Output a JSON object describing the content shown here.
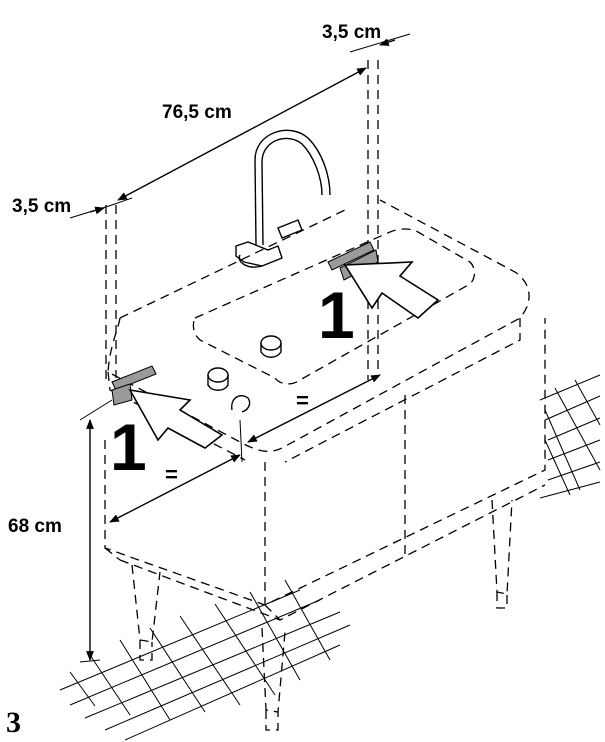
{
  "dimensions": {
    "width_label": "76,5 cm",
    "gap_top_label": "3,5 cm",
    "gap_left_label": "3,5 cm",
    "height_label": "68 cm"
  },
  "equal_marks": [
    "=",
    "="
  ],
  "callouts": [
    "1",
    "1"
  ],
  "figure_number": "3",
  "colors": {
    "line": "#000000",
    "bracket_fill": "#9a9a9a",
    "background": "#ffffff"
  },
  "icons": [
    "faucet-icon",
    "mounting-bracket-icon",
    "pointer-arrow-icon",
    "floor-tile-grid"
  ]
}
